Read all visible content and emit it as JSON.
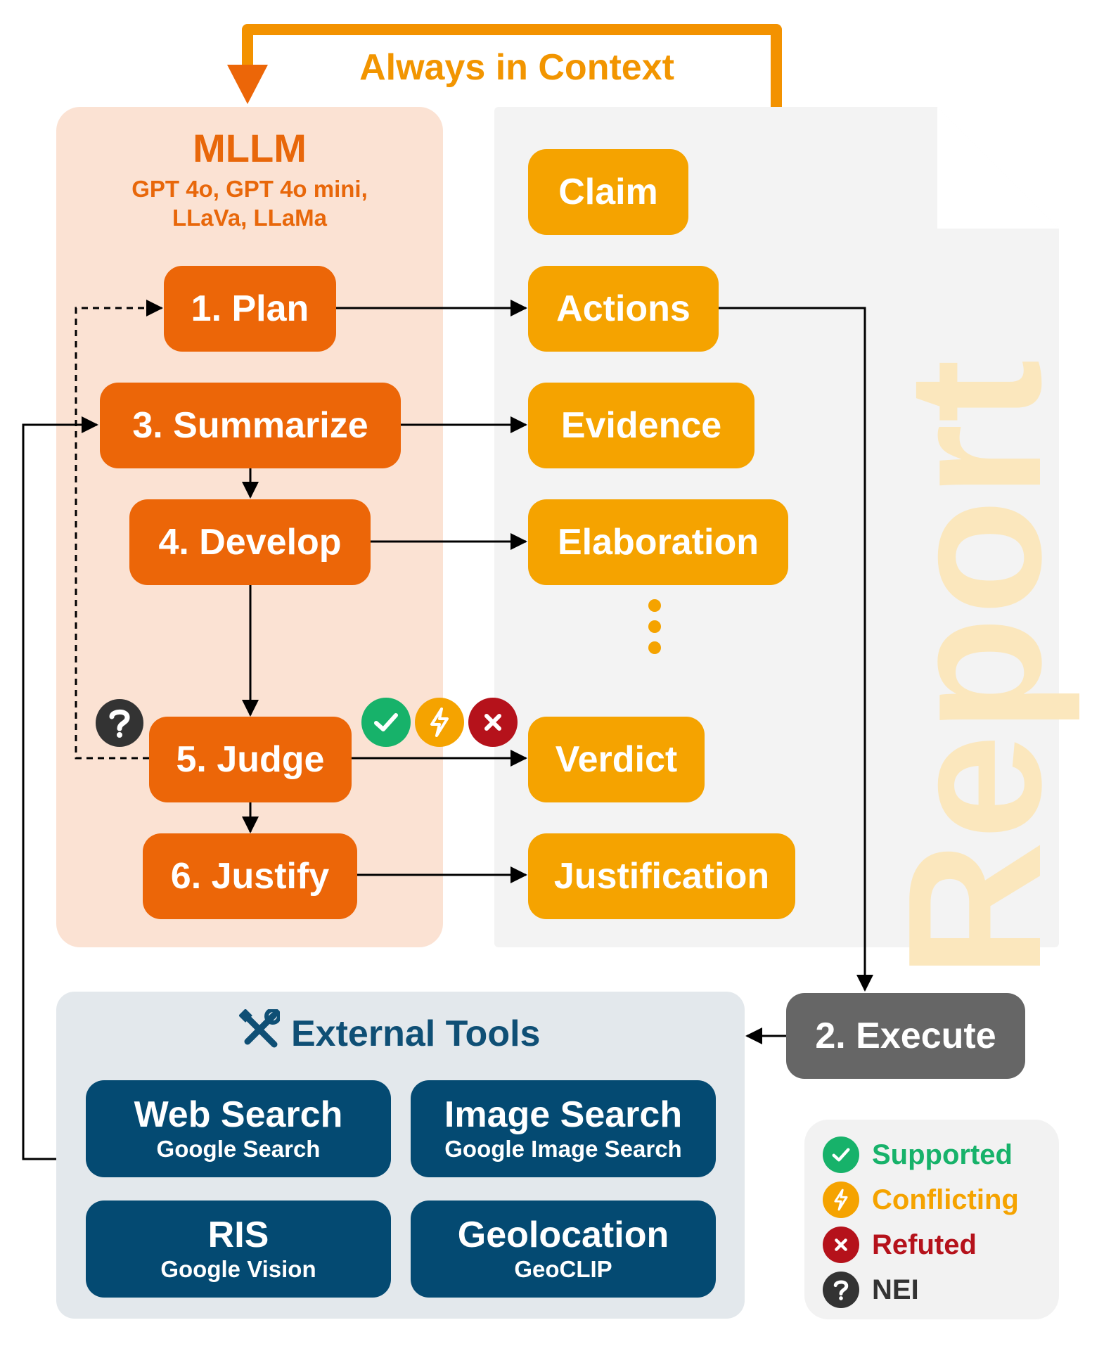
{
  "loop": {
    "label": "Always in Context"
  },
  "mllm": {
    "title": "MLLM",
    "models_line1": "GPT 4o, GPT 4o mini,",
    "models_line2": "LLaVa, LLaMa"
  },
  "steps": {
    "plan": "1. Plan",
    "execute": "2. Execute",
    "summarize": "3. Summarize",
    "develop": "4. Develop",
    "judge": "5. Judge",
    "justify": "6. Justify"
  },
  "report": {
    "title": "Report",
    "items": {
      "claim": "Claim",
      "actions": "Actions",
      "evidence": "Evidence",
      "elaboration": "Elaboration",
      "verdict": "Verdict",
      "justification": "Justification"
    }
  },
  "tools": {
    "title": "External Tools",
    "web": {
      "name": "Web Search",
      "provider": "Google Search"
    },
    "image": {
      "name": "Image Search",
      "provider": "Google Image Search"
    },
    "ris": {
      "name": "RIS",
      "provider": "Google Vision"
    },
    "geo": {
      "name": "Geolocation",
      "provider": "GeoCLIP"
    }
  },
  "legend": {
    "supported": "Supported",
    "conflicting": "Conflicting",
    "refuted": "Refuted",
    "nei": "NEI"
  },
  "colors": {
    "step": "#ec6608",
    "output": "#f5a300",
    "tool": "#044a72",
    "supported": "#17b26a",
    "conflicting": "#f5a300",
    "refuted": "#b5121b",
    "nei": "#333333"
  },
  "icons": {
    "loop_arrow": "arrow-down-icon",
    "tools": "wrench-screwdriver-icon",
    "verdict_supported": "check-icon",
    "verdict_conflicting": "lightning-icon",
    "verdict_refuted": "x-icon",
    "verdict_nei": "question-icon"
  }
}
